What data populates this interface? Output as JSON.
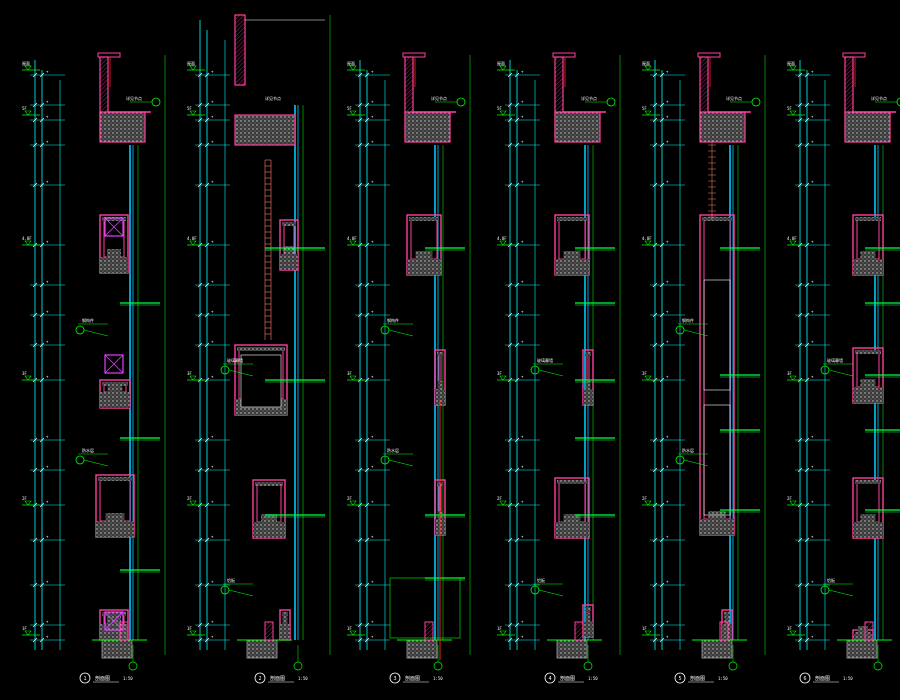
{
  "colors": {
    "background": "#000000",
    "dimension": "#00ffff",
    "leader": "#00ff00",
    "wall": "#ff3f9f",
    "hatch": "#c0c0c0",
    "glass": "#00c8ff",
    "centerline": "#ff2020",
    "slab_line": "#00ff44",
    "label": "#ffffff",
    "ladder": "#ff8060",
    "ground": "#a0a0a0"
  },
  "sections": [
    {
      "number": "1",
      "title": "剖面图",
      "scale": "1:50"
    },
    {
      "number": "2",
      "title": "剖面图",
      "scale": "1:50"
    },
    {
      "number": "3",
      "title": "剖面图",
      "scale": "1:50"
    },
    {
      "number": "4",
      "title": "剖面图",
      "scale": "1:50"
    },
    {
      "number": "5",
      "title": "剖面图",
      "scale": "1:50"
    },
    {
      "number": "6",
      "title": "剖面图",
      "scale": "1:50"
    }
  ],
  "level_marks": [
    "屋面",
    "5F",
    "4.8F",
    "3F",
    "2F",
    "1F"
  ],
  "callout_texts": [
    "详见节点",
    "钢构件",
    "玻璃幕墙",
    "防水层",
    "铝板"
  ]
}
